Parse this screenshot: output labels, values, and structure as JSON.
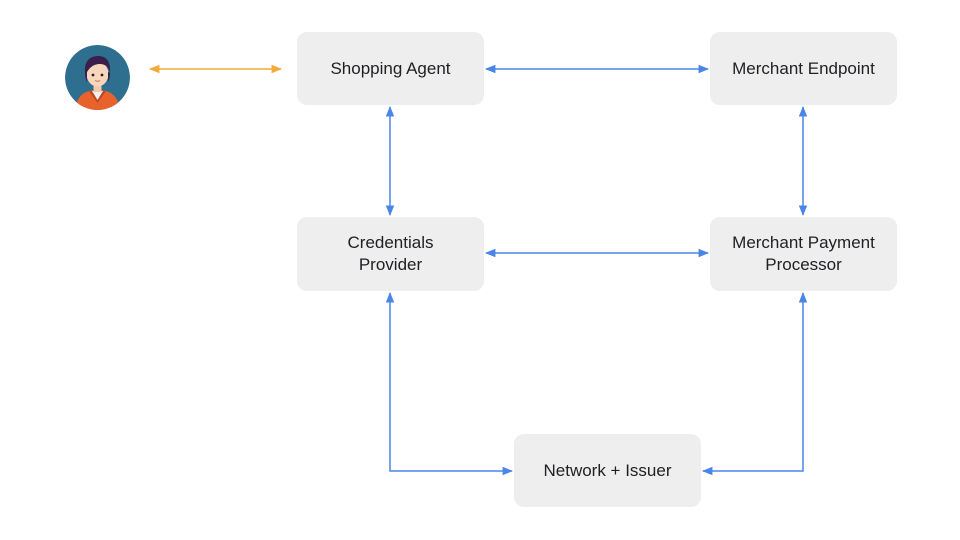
{
  "nodes": {
    "shopping_agent": "Shopping Agent",
    "merchant_endpoint": "Merchant Endpoint",
    "credentials_provider": "Credentials Provider",
    "merchant_payment_processor": "Merchant Payment Processor",
    "network_issuer": "Network + Issuer"
  },
  "icons": {
    "user": "user-avatar-icon"
  },
  "colors": {
    "node_fill": "#eeeeee",
    "edge_blue": "#4a86e8",
    "edge_orange": "#f4a93a",
    "avatar_bg": "#2e6e8e"
  }
}
